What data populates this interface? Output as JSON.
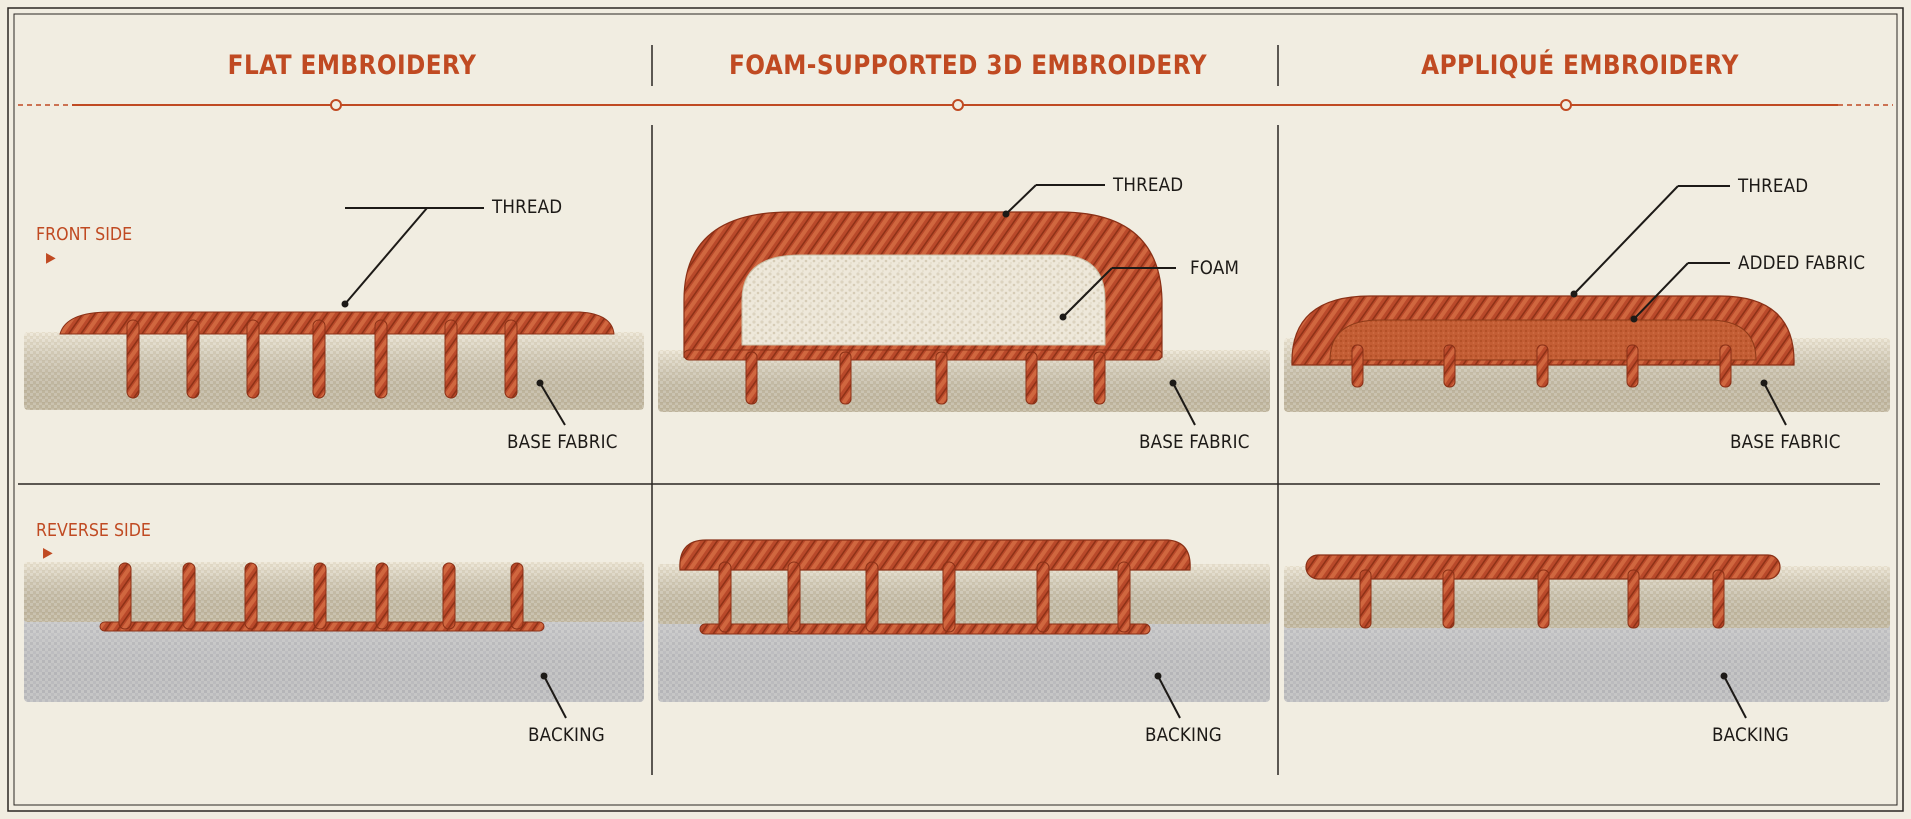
{
  "columns": [
    {
      "title": "FLAT EMBROIDERY",
      "front_labels": [
        "THREAD",
        "BASE FABRIC"
      ],
      "reverse_labels": [
        "BACKING"
      ]
    },
    {
      "title": "FOAM-SUPPORTED 3D EMBROIDERY",
      "front_labels": [
        "THREAD",
        "FOAM",
        "BASE FABRIC"
      ],
      "reverse_labels": [
        "BACKING"
      ]
    },
    {
      "title": "APPLIQUÉ EMBROIDERY",
      "front_labels": [
        "THREAD",
        "ADDED FABRIC",
        "BASE FABRIC"
      ],
      "reverse_labels": [
        "BACKING"
      ]
    }
  ],
  "rows": {
    "front": {
      "label": "FRONT SIDE",
      "marker": "▶"
    },
    "reverse": {
      "label": "REVERSE SIDE",
      "marker": "▶"
    }
  },
  "colors": {
    "accent": "#c04a22",
    "thread": "#b84a25",
    "base_fabric": "#e6dcc5",
    "foam": "#ebe5d6",
    "backing": "#dcdcdc",
    "background": "#f1ede1"
  }
}
